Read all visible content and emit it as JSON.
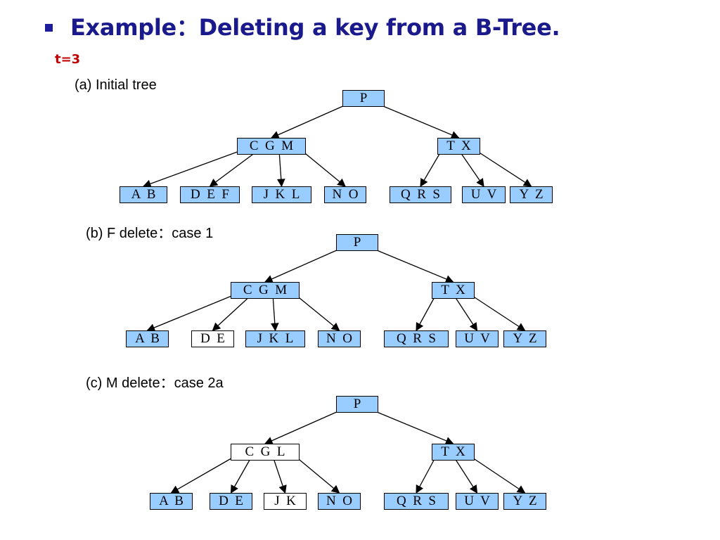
{
  "title": "Example：Deleting a key from a B-Tree.",
  "parameter": "t=3",
  "captions": {
    "a": "(a) Initial tree",
    "b": "(b) F delete：case 1",
    "c": "(c) M delete：case 2a"
  },
  "trees": [
    {
      "root": "P",
      "internal": [
        "C  G  M",
        "T  X"
      ],
      "leaves": [
        "A  B",
        "D  E  F",
        "J  K  L",
        "N  O",
        "Q  R  S",
        "U  V",
        "Y  Z"
      ],
      "white_nodes": []
    },
    {
      "root": "P",
      "internal": [
        "C  G  M",
        "T  X"
      ],
      "leaves": [
        "A  B",
        "D  E",
        "J  K  L",
        "N  O",
        "Q  R  S",
        "U  V",
        "Y  Z"
      ],
      "white_nodes": [
        "D  E"
      ]
    },
    {
      "root": "P",
      "internal": [
        "C  G  L",
        "T  X"
      ],
      "leaves": [
        "A  B",
        "D  E",
        "J  K",
        "N  O",
        "Q  R  S",
        "U  V",
        "Y  Z"
      ],
      "white_nodes": [
        "C  G  L",
        "J  K"
      ]
    }
  ],
  "colors": {
    "title": "#1a1a8c",
    "parameter": "#c00000",
    "node_fill": "#99ccff",
    "node_plain": "#ffffff",
    "line": "#000000"
  }
}
